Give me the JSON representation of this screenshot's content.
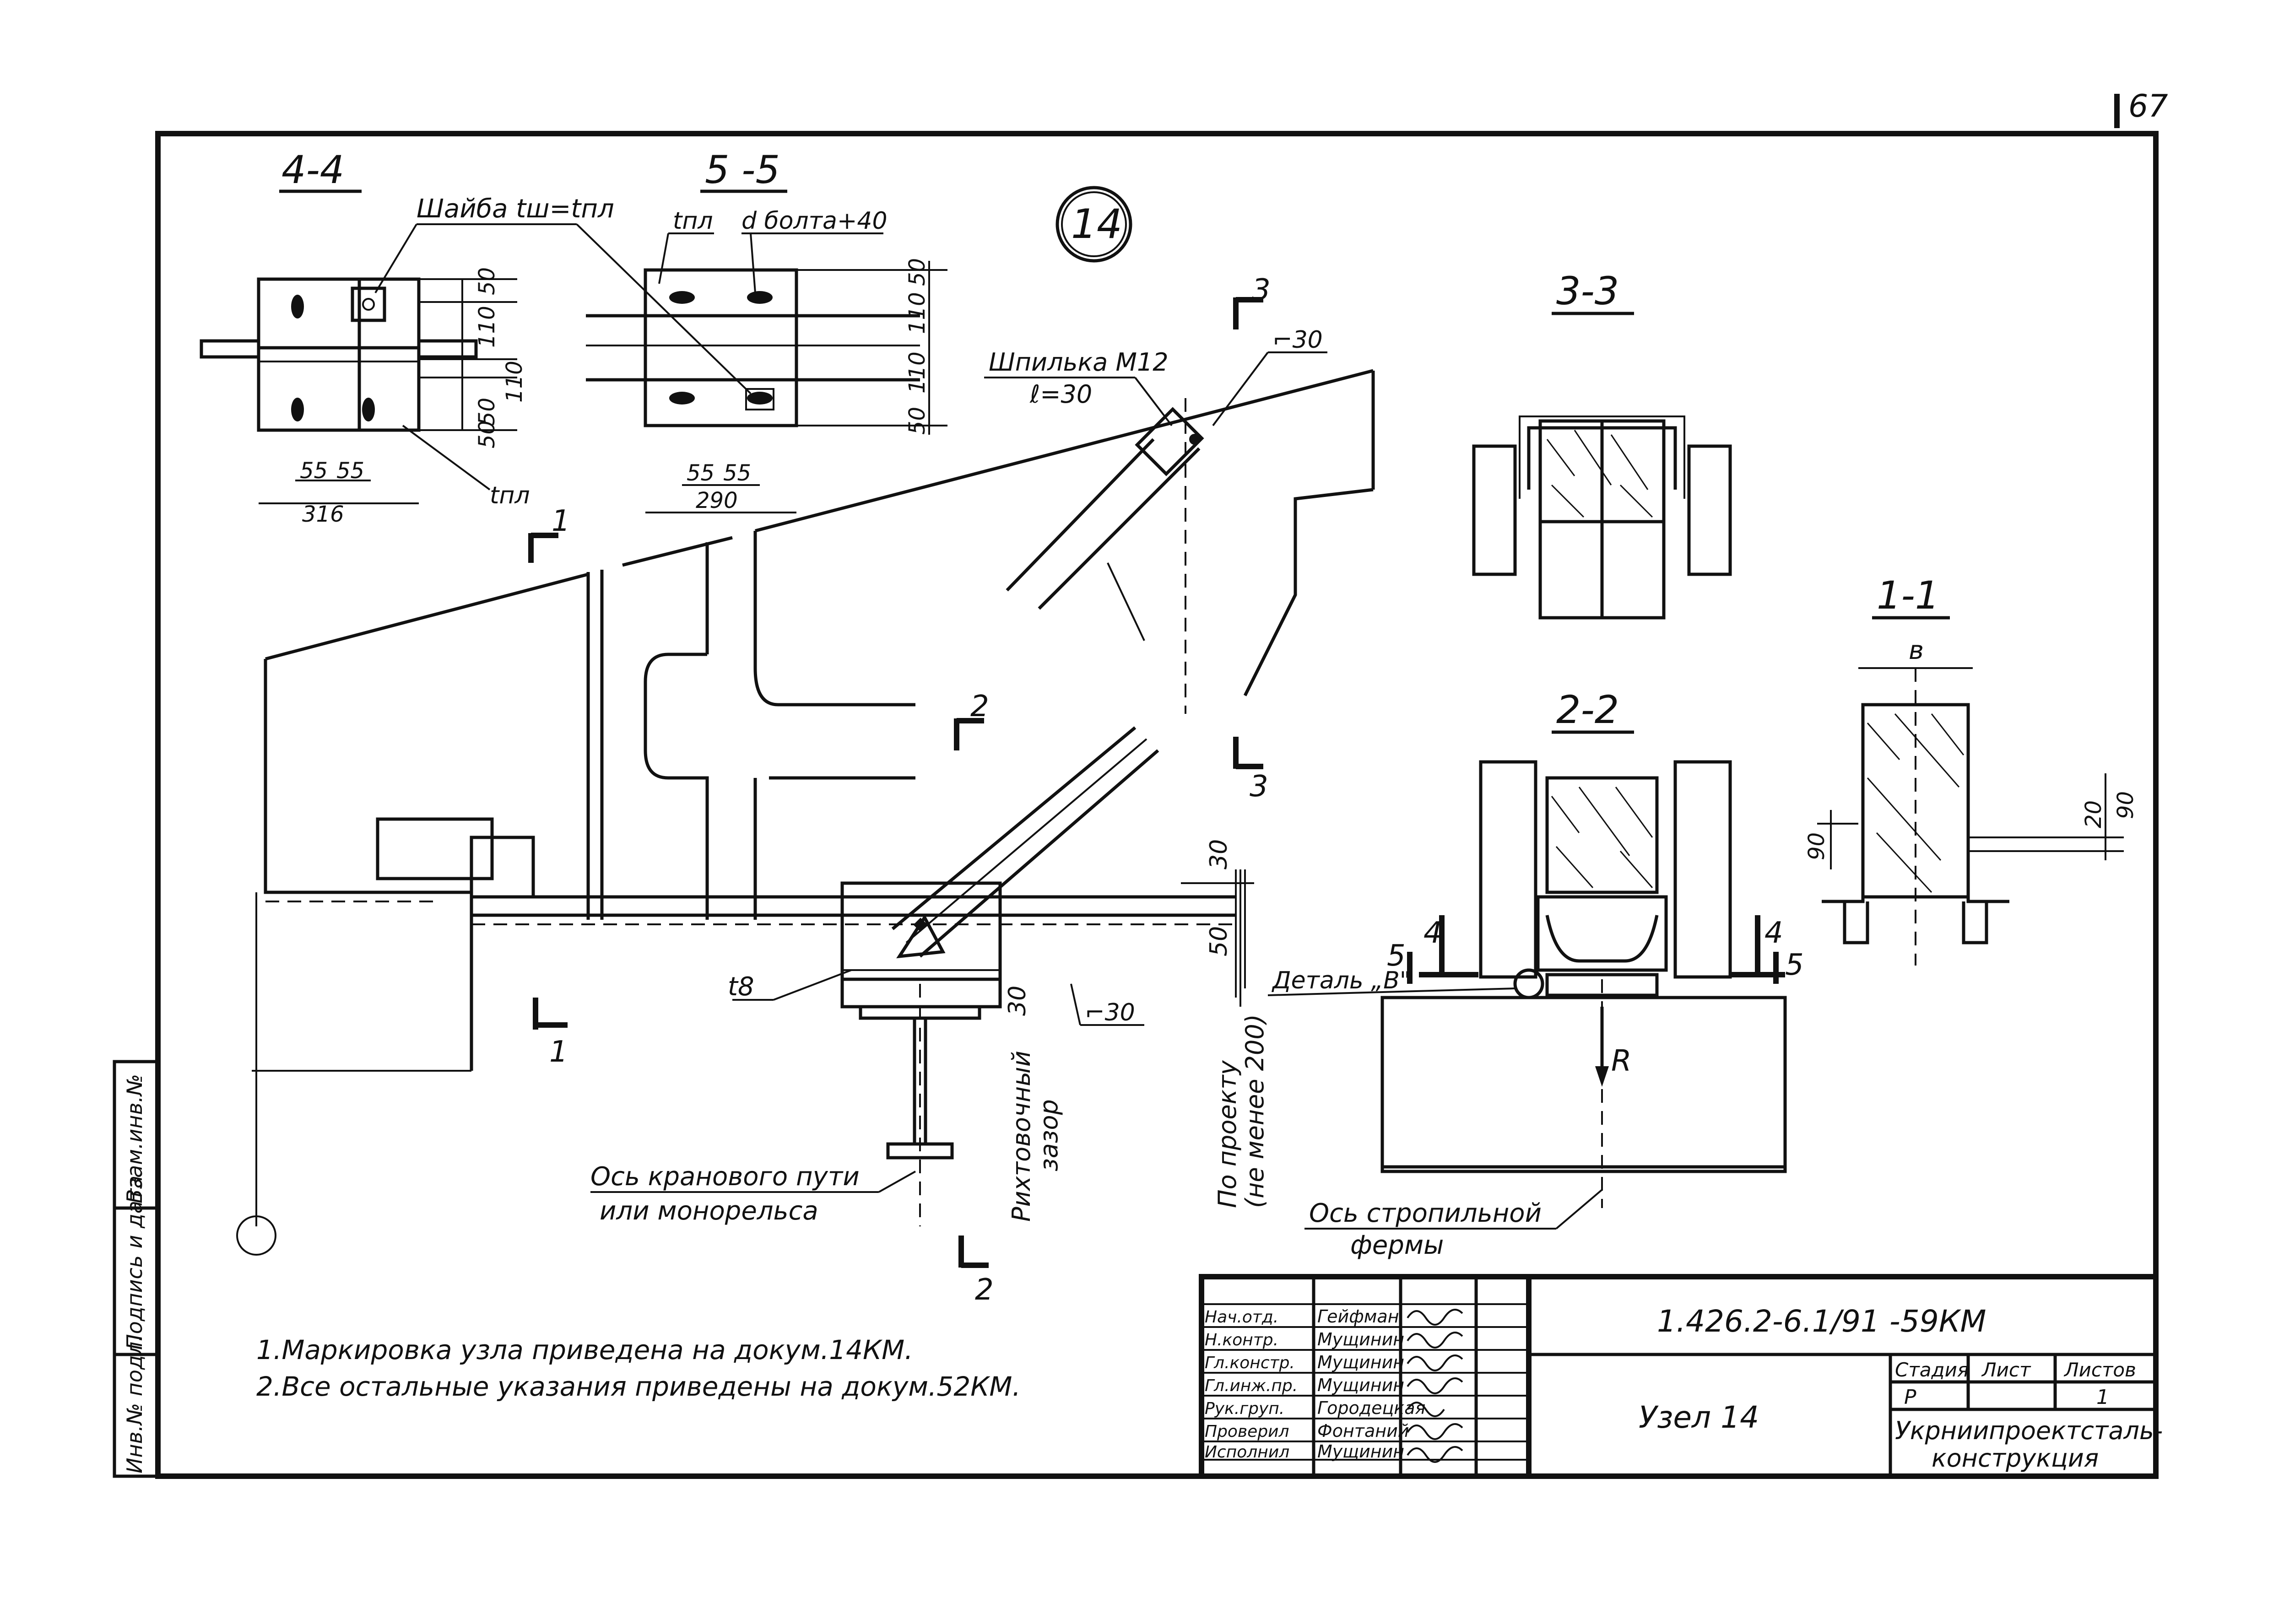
{
  "page_number": "67",
  "node_marker": "14",
  "sections": {
    "s44": {
      "title": "4-4",
      "dims": [
        "50",
        "110",
        "50",
        "110",
        "50",
        "55",
        "55",
        "316"
      ],
      "label_t": "tпл"
    },
    "s55": {
      "title": "5 -5",
      "dims": [
        "50",
        "110",
        "110",
        "50",
        "55",
        "55",
        "290"
      ],
      "label_t": "tпл",
      "label_d": "d болта+40"
    },
    "s33": {
      "title": "3-3"
    },
    "s22": {
      "title": "2-2"
    },
    "s11": {
      "title": "1-1",
      "dims": [
        "в",
        "90",
        "20",
        "90"
      ]
    }
  },
  "labels": {
    "washer": "Шайба tш=tпл",
    "stud": "Шпилька М12",
    "stud_len": "ℓ=30",
    "weld30_top": "⌐30",
    "weld30_low": "⌐30",
    "t8": "t8",
    "dim30a": "30",
    "dim50": "50",
    "dim30b": "30",
    "rikht1": "Рихтовочный",
    "rikht2": "зазор",
    "proekt1": "По проекту",
    "proekt2": "(не менее 200)",
    "crane1": "Ось кранового пути",
    "crane2": "или монорельса",
    "truss1": "Ось стропильной",
    "truss2": "фермы",
    "detailB": "Деталь „В\"",
    "R": "R",
    "cut1a": "1",
    "cut1b": "1",
    "cut2a": "2",
    "cut2b": "2",
    "cut3a": "3",
    "cut3b": "3",
    "cut4a": "4",
    "cut4b": "4",
    "cut5a": "5",
    "cut5b": "5"
  },
  "notes": [
    "1.Маркировка узла приведена на докум.14КМ.",
    "2.Все остальные указания приведены на докум.52КМ."
  ],
  "side_stamp": {
    "c1": "Инв.№ подл.",
    "c2": "Подпись и дата",
    "c3": "Взам.инв.№"
  },
  "title_block": {
    "code": "1.426.2-6.1/91 -59КМ",
    "name": "Узел 14",
    "org1": "Укрниипроектсталь-",
    "org2": "конструкция",
    "stage_h": "Стадия",
    "sheet_h": "Лист",
    "sheets_h": "Листов",
    "stage": "Р",
    "sheet": "",
    "sheets": "1",
    "roles": [
      {
        "role": "Нач.отд.",
        "name": "Гейфман"
      },
      {
        "role": "Н.контр.",
        "name": "Мущинин"
      },
      {
        "role": "Гл.констр.",
        "name": "Мущинин"
      },
      {
        "role": "Гл.инж.пр.",
        "name": "Мущинин"
      },
      {
        "role": "Рук.груп.",
        "name": "Городецкая"
      },
      {
        "role": "Проверил",
        "name": "Фонтаний"
      },
      {
        "role": "Исполнил",
        "name": "Мущинин"
      }
    ]
  }
}
